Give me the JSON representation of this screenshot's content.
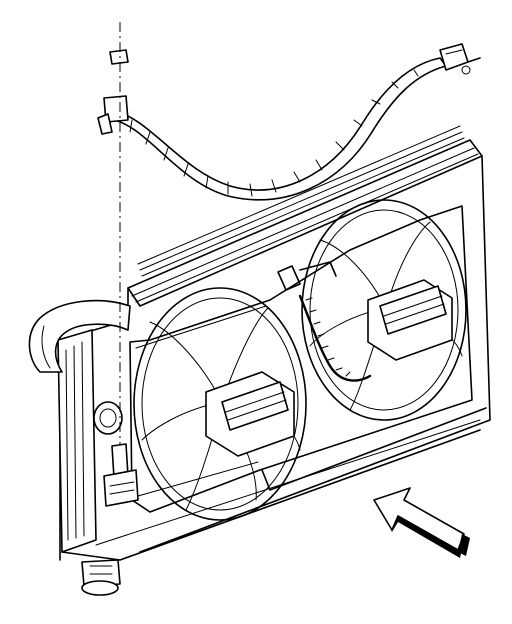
{
  "diagram": {
    "components": [
      {
        "name": "radiator"
      },
      {
        "name": "left-cooling-fan"
      },
      {
        "name": "right-cooling-fan"
      },
      {
        "name": "fan-shroud"
      },
      {
        "name": "wiring-harness"
      },
      {
        "name": "upper-radiator-hose"
      },
      {
        "name": "drain-cock"
      },
      {
        "name": "mounting-stud"
      },
      {
        "name": "direction-arrow"
      }
    ]
  }
}
